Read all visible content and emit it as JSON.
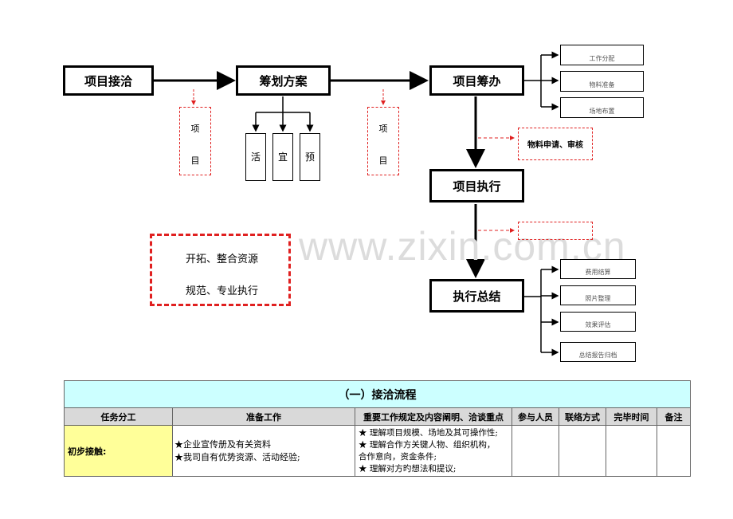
{
  "flowchart": {
    "nodes": {
      "contact": "项目接洽",
      "plan": "筹划方案",
      "prepare": "项目筹办",
      "execute": "项目执行",
      "summary": "执行总结"
    },
    "plan_children": [
      "活",
      "宜",
      "预"
    ],
    "prepare_children": [
      "工作分配",
      "物料准备",
      "场地布置"
    ],
    "summary_children": [
      "费用结算",
      "照片整理",
      "效果评估",
      "总结报告归档"
    ],
    "note_contact": [
      "项",
      "目"
    ],
    "note_plan": [
      "项",
      "目"
    ],
    "note_material": "物料申请、审核",
    "note_execute": "",
    "principles": [
      "开拓、整合资源",
      "规范、专业执行"
    ],
    "colors": {
      "accent_red": "#e02020",
      "line": "#000000"
    }
  },
  "watermark": "www.zixin.com.cn",
  "table": {
    "title": "（一）接洽流程",
    "headers": [
      "任务分工",
      "准备工作",
      "重要工作规定及内容阐明、洽谈重点",
      "参与人员",
      "联络方式",
      "完毕时间",
      "备注"
    ],
    "rows": [
      {
        "task": "初步接触:",
        "prep": [
          "★企业宣传册及有关资料",
          "★我司自有优势资源、活动经验;"
        ],
        "key": [
          "★  理解项目规模、场地及其可操作性;",
          "★  理解合作方关键人物、组织机构，",
          "合作意向，资金条件;",
          "★  理解对方旳想法和提议;"
        ],
        "people": "",
        "contact": "",
        "time": "",
        "note": ""
      }
    ],
    "colors": {
      "title_bg": "#ccffff",
      "header_bg": "#d9d9d9",
      "task_bg": "#ffff99"
    }
  }
}
